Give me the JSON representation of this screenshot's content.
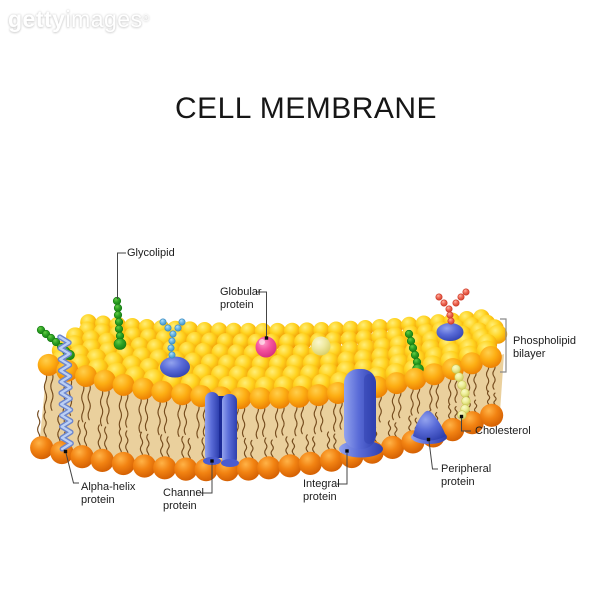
{
  "watermark": {
    "brand_bold": "getty",
    "brand_light": "images",
    "registered": "®"
  },
  "title": "CELL MEMBRANE",
  "labels": {
    "glycolipid": "Glycolipid",
    "globular_protein": "Globular\nprotein",
    "phospholipid_bilayer": "Phospholipid\nbilayer",
    "cholesterol": "Cholesterol",
    "peripheral_protein": "Peripheral\nprotein",
    "integral_protein": "Integral\nprotein",
    "channel_protein": "Channel\nprotein",
    "alpha_helix_protein": "Alpha-helix\nprotein"
  },
  "colors": {
    "background": "#ffffff",
    "title_text": "#161616",
    "label_text": "#1c1c1c",
    "leader_line": "#444444",
    "bracket": "#8a8a8a",
    "head_yellow_hi": "#ffee77",
    "head_yellow": "#ffd21e",
    "head_yellow_rim": "#ee8f00",
    "head_front_hi": "#ffcf4d",
    "head_front": "#fdae13",
    "head_front_rim": "#e97800",
    "head_bottom_hi": "#ffb347",
    "head_bottom": "#f28312",
    "head_bottom_rim": "#cf5a00",
    "tail_band": "#e8cb92",
    "tail_line": "#6f4517",
    "protein_blue_light": "#93a3ee",
    "protein_blue": "#5a6cd8",
    "protein_blue_dark": "#2e3fae",
    "channel_slot": "#1c2a96",
    "helix_outer": "#6e86cc",
    "helix_inner": "#bcd0f4",
    "green_hi": "#66cc44",
    "green": "#2da224",
    "green_dark": "#157a12",
    "bead_blue_hi": "#b5e0f7",
    "bead_blue": "#6ab6e6",
    "bead_blue_dark": "#3c8cc0",
    "bead_red_hi": "#ffb0a0",
    "bead_red": "#ee6754",
    "bead_red_dark": "#cc3b28",
    "pink_hi": "#ff9ecb",
    "pink": "#f4539e",
    "pink_dark": "#d42a7a",
    "pale_hi": "#fbf8cf",
    "pale": "#efe9a0",
    "pale_dark": "#d6cc62",
    "chol_hi": "#fafac8",
    "chol": "#eeee9a",
    "chol_dark": "#c9c955"
  }
}
